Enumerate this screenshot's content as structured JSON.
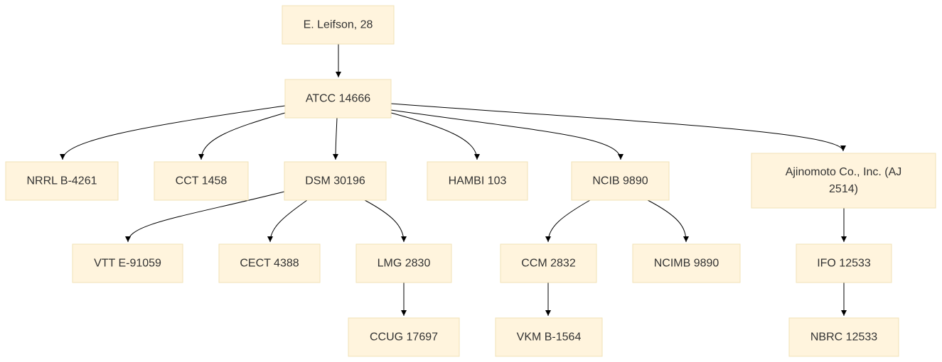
{
  "nodes": {
    "leifson": [
      "E. Leifson, 28"
    ],
    "atcc": [
      "ATCC 14666"
    ],
    "nrrl": [
      "NRRL B-4261"
    ],
    "cct": [
      "CCT 1458"
    ],
    "dsm": [
      "DSM 30196"
    ],
    "hambi": [
      "HAMBI 103"
    ],
    "ncib": [
      "NCIB 9890"
    ],
    "ajinomoto": [
      "Ajinomoto Co., Inc. (AJ",
      "2514)"
    ],
    "vtt": [
      "VTT E-91059"
    ],
    "cect": [
      "CECT 4388"
    ],
    "lmg": [
      "LMG 2830"
    ],
    "ccm": [
      "CCM 2832"
    ],
    "ncimb": [
      "NCIMB 9890"
    ],
    "ifo": [
      "IFO 12533"
    ],
    "ccug": [
      "CCUG 17697"
    ],
    "vkm": [
      "VKM B-1564"
    ],
    "nbrc": [
      "NBRC 12533"
    ]
  },
  "edges": [
    [
      "leifson",
      "atcc"
    ],
    [
      "atcc",
      "nrrl"
    ],
    [
      "atcc",
      "cct"
    ],
    [
      "atcc",
      "dsm"
    ],
    [
      "atcc",
      "hambi"
    ],
    [
      "atcc",
      "ncib"
    ],
    [
      "atcc",
      "ajinomoto"
    ],
    [
      "dsm",
      "vtt"
    ],
    [
      "dsm",
      "cect"
    ],
    [
      "dsm",
      "lmg"
    ],
    [
      "ncib",
      "ccm"
    ],
    [
      "ncib",
      "ncimb"
    ],
    [
      "lmg",
      "ccug"
    ],
    [
      "ccm",
      "vkm"
    ],
    [
      "ajinomoto",
      "ifo"
    ],
    [
      "ifo",
      "nbrc"
    ]
  ],
  "colors": {
    "node_fill": "#fff4dd",
    "node_stroke": "#f0e2b6",
    "text": "#333333",
    "edge": "#000000"
  }
}
